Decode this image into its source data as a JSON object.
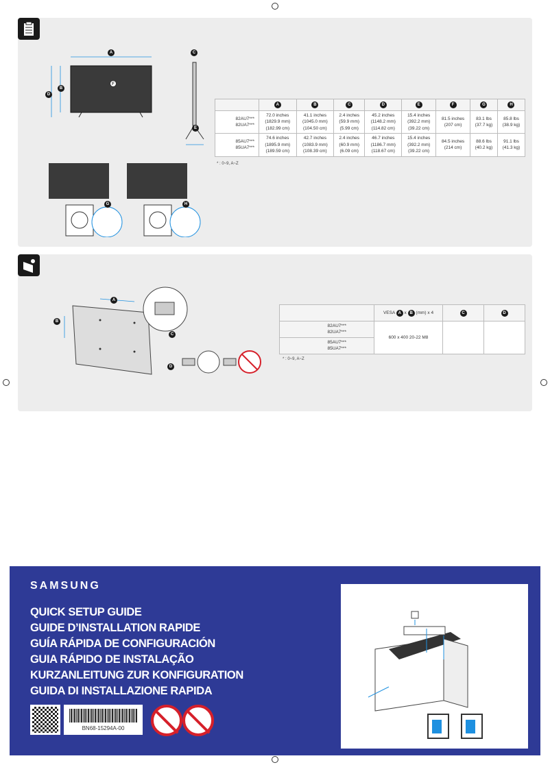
{
  "dimensions": {
    "headers": [
      "A",
      "B",
      "C",
      "D",
      "E",
      "F",
      "G",
      "H"
    ],
    "rows": [
      {
        "models": [
          "82AU7***",
          "82UA7***"
        ],
        "cells": [
          [
            "72.0 inches",
            "(1829.9 mm)",
            "(182.99 cm)"
          ],
          [
            "41.1 inches",
            "(1045.0 mm)",
            "(104.50 cm)"
          ],
          [
            "2.4 inches",
            "(59.9 mm)",
            "(5.99 cm)"
          ],
          [
            "45.2 inches",
            "(1148.2 mm)",
            "(114.82 cm)"
          ],
          [
            "15.4 inches",
            "(392.2 mm)",
            "(39.22 cm)"
          ],
          [
            "81.5 inches",
            "(207 cm)"
          ],
          [
            "83.1 lbs",
            "(37.7 kg)"
          ],
          [
            "85.8 lbs",
            "(38.9 kg)"
          ]
        ]
      },
      {
        "models": [
          "85AU7***",
          "85UA7***"
        ],
        "cells": [
          [
            "74.6 inches",
            "(1895.9 mm)",
            "(189.59 cm)"
          ],
          [
            "42.7 inches",
            "(1083.9 mm)",
            "(108.39 cm)"
          ],
          [
            "2.4 inches",
            "(60.9 mm)",
            "(6.09 cm)"
          ],
          [
            "46.7 inches",
            "(1186.7 mm)",
            "(118.67 cm)"
          ],
          [
            "15.4 inches",
            "(392.2 mm)",
            "(39.22 cm)"
          ],
          [
            "84.5 inches",
            "(214 cm)"
          ],
          [
            "88.6 lbs",
            "(40.2 kg)"
          ],
          [
            "91.1 lbs",
            "(41.3 kg)"
          ]
        ]
      }
    ],
    "note": "* : 0~9, A~Z",
    "diagram_labels": [
      "A",
      "B",
      "C",
      "D",
      "E",
      "F",
      "G",
      "H"
    ]
  },
  "vesa": {
    "header_prefix": "VESA",
    "header_a": "A",
    "header_x": "x",
    "header_b": "B",
    "header_suffix": "(mm) x 4",
    "header_c": "C",
    "header_d": "D",
    "rows": [
      {
        "models": [
          "82AU7***",
          "82UA7***"
        ]
      },
      {
        "models": [
          "85AU7***",
          "85UA7***"
        ]
      }
    ],
    "value": "600 x 400 20-22 M8",
    "note": "* : 0~9, A~Z",
    "diagram_labels": [
      "A",
      "B",
      "C",
      "D"
    ]
  },
  "cover": {
    "brand": "SAMSUNG",
    "titles": [
      "QUICK SETUP GUIDE",
      "GUIDE D’INSTALLATION RAPIDE",
      "GUÍA RÁPIDA DE CONFIGURACIÓN",
      "GUIA RÁPIDO DE INSTALAÇÃO",
      "KURZANLEITUNG ZUR KONFIGURATION",
      "GUIDA DI INSTALLAZIONE RAPIDA"
    ],
    "barcode": "BN68-15294A-00",
    "colors": {
      "background": "#2e3a96",
      "warning": "#d6202a",
      "accent": "#1e90e0"
    }
  }
}
